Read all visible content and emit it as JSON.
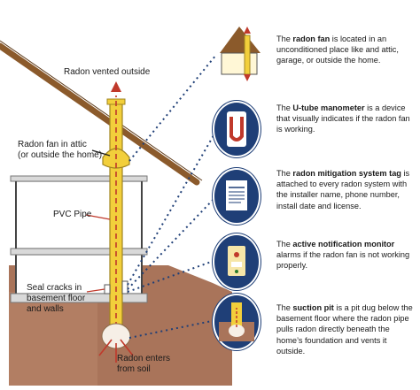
{
  "labels": {
    "vented": "Radon vented outside",
    "fan_line1": "Radon fan in attic",
    "fan_line2": "(or outside the home)",
    "pvc": "PVC Pipe",
    "seal_line1": "Seal cracks in",
    "seal_line2": "basement floor",
    "seal_line3": "and walls",
    "enters_line1": "Radon enters",
    "enters_line2": "from soil"
  },
  "descriptions": [
    {
      "bold": "radon fan",
      "pre": "The ",
      "post": " is located in an unconditioned place like and attic, garage, or outside the home."
    },
    {
      "bold": "U-tube manometer",
      "pre": "The ",
      "post": " is a device that visually indicates if the radon fan is working."
    },
    {
      "bold": "radon mitigation system tag",
      "pre": "The ",
      "post": " is attached to every radon system with the installer name, phone number, install date and license."
    },
    {
      "bold": "active notification monitor",
      "pre": "The ",
      "post": " alarms if the radon fan is not working properly."
    },
    {
      "bold": "suction pit",
      "pre": "The ",
      "post": " is a pit dug below the basement floor where the radon pipe pulls radon directly beneath the home’s foundation and vents it outside."
    }
  ],
  "icons": {
    "fan": "house-roof-fan-icon",
    "manometer": "u-tube-manometer-icon",
    "tag": "system-tag-icon",
    "monitor": "notification-monitor-icon",
    "pit": "suction-pit-icon"
  },
  "colors": {
    "bubble": "#1f3f77",
    "pipe": "#f2cf3b",
    "roof": "#8b5a2b",
    "soil": "#a9745a",
    "arrow": "#c0392b",
    "dots": "#1f3f77"
  }
}
